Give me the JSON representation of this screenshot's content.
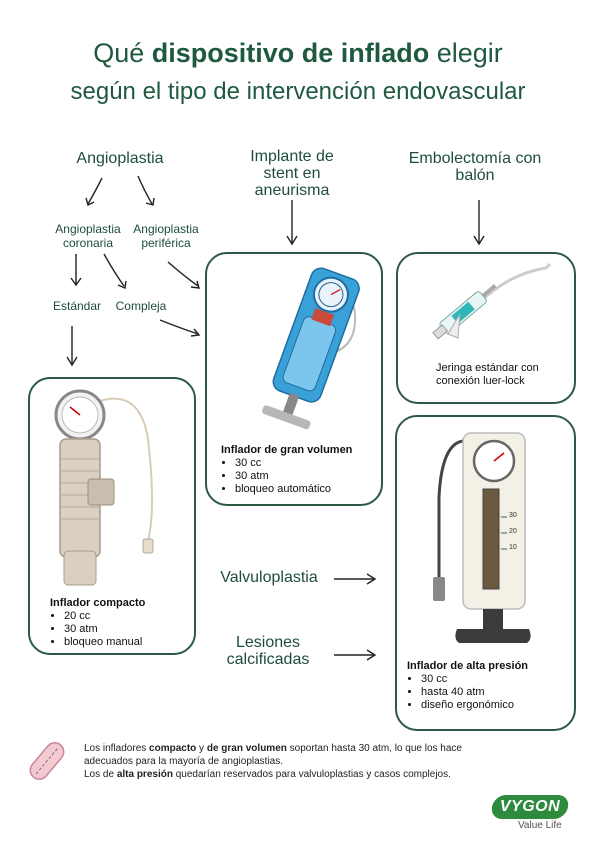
{
  "title": {
    "line1_pre": "Qué ",
    "line1_bold": "dispositivo de inflado",
    "line1_post": " elegir",
    "line2": "según el tipo de intervención endovascular"
  },
  "categories": {
    "angioplastia": "Angioplastia",
    "stent": "Implante de stent en aneurisma",
    "embolectomia": "Embolectomía con balón",
    "coronaria": "Angioplastia coronaria",
    "periferica": "Angioplastia periférica",
    "estandar": "Estándar",
    "compleja": "Compleja",
    "valvuloplastia": "Valvuloplastia",
    "lesiones": "Lesiones calcificadas"
  },
  "devices": {
    "gran_volumen": {
      "name": "Inflador de gran volumen",
      "specs": [
        "30 cc",
        "30 atm",
        "bloqueo automático"
      ]
    },
    "jeringa": {
      "name": "Jeringa estándar con conexión luer-lock"
    },
    "compacto": {
      "name": "Inflador compacto",
      "specs": [
        "20 cc",
        "30 atm",
        "bloqueo manual"
      ]
    },
    "alta_presion": {
      "name": "Inflador de alta presión",
      "specs": [
        "30 cc",
        "hasta 40 atm",
        "diseño ergonómico"
      ],
      "scale": [
        "30",
        "20",
        "10"
      ]
    }
  },
  "footer": {
    "l1a": "Los infladores ",
    "l1b": "compacto",
    "l1c": " y ",
    "l1d": "de gran volumen",
    "l1e": " soportan hasta 30 atm, lo que los hace",
    "l2": "adecuados para la mayoría de angioplastias.",
    "l3a": "Los de ",
    "l3b": "alta presión",
    "l3c": " quedarían reservados para valvuloplastias y casos complejos."
  },
  "brand": {
    "name": "VYGON",
    "tagline": "Value Life",
    "color": "#2e8b3e"
  },
  "colors": {
    "title": "#1f5a40",
    "border": "#2d5a43",
    "blue_device": "#3aa0d8"
  }
}
